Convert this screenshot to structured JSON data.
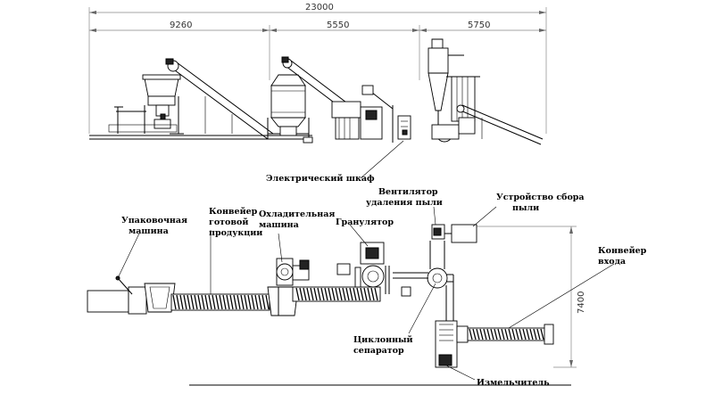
{
  "dimensions": {
    "total": "23000",
    "section1": "9260",
    "section2": "5550",
    "section3": "5750",
    "vertical": "7400"
  },
  "labels": {
    "electric_cabinet": "Электрический шкаф",
    "packing_machine": [
      "Упаковочная",
      "машина"
    ],
    "product_conveyor": [
      "Конвейер",
      "готовой",
      "продукции"
    ],
    "cooling_machine": [
      "Охладительная",
      "машина"
    ],
    "granulator": "Гранулятор",
    "dust_fan": [
      "Вентилятор",
      "удаления пыли"
    ],
    "dust_collector": [
      "Устройство сбора",
      "пыли"
    ],
    "input_conveyor": [
      "Конвейер",
      "входа"
    ],
    "cyclone": [
      "Циклонный",
      "сепаратор"
    ],
    "crusher": "Измельчитель"
  }
}
